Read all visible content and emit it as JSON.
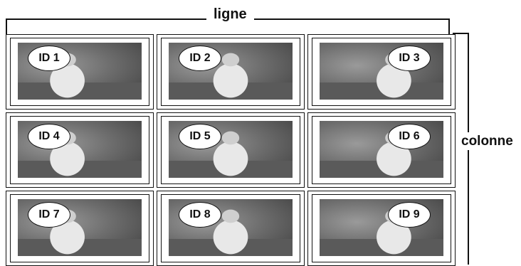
{
  "labels": {
    "row": "ligne",
    "column": "colonne"
  },
  "cells": [
    {
      "id": "ID 1"
    },
    {
      "id": "ID 2"
    },
    {
      "id": "ID 3"
    },
    {
      "id": "ID 4"
    },
    {
      "id": "ID 5"
    },
    {
      "id": "ID 6"
    },
    {
      "id": "ID 7"
    },
    {
      "id": "ID 8"
    },
    {
      "id": "ID 9"
    }
  ]
}
